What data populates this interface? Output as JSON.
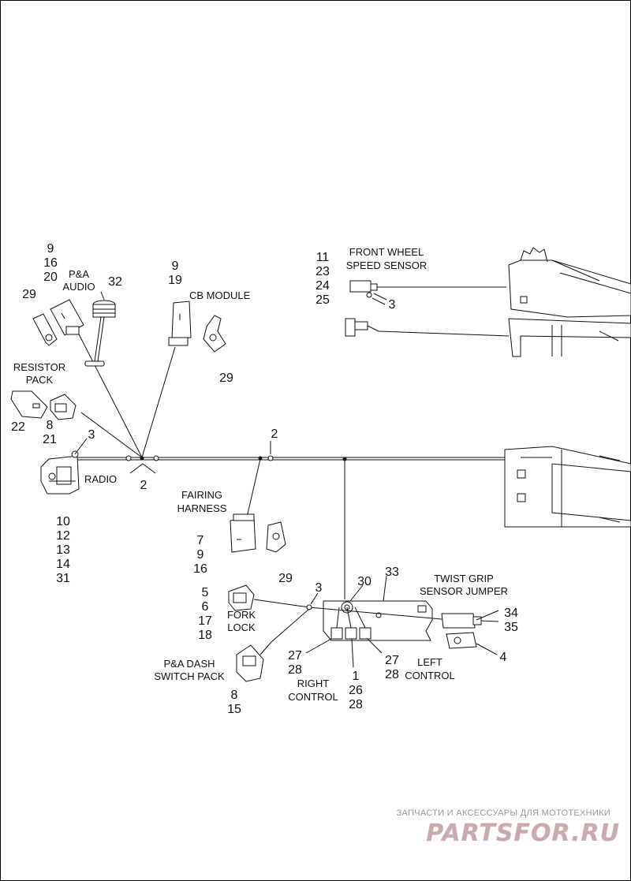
{
  "labels": {
    "p_a_audio": [
      "P&A",
      "AUDIO"
    ],
    "cb_module": "CB MODULE",
    "resistor_pack": [
      "RESISTOR",
      "PACK"
    ],
    "radio": "RADIO",
    "front_wheel_speed_sensor": [
      "FRONT WHEEL",
      "SPEED SENSOR"
    ],
    "fairing_harness": [
      "FAIRING",
      "HARNESS"
    ],
    "twist_grip_sensor_jumper": [
      "TWIST GRIP",
      "SENSOR JUMPER"
    ],
    "fork_lock": [
      "FORK",
      "LOCK"
    ],
    "p_a_dash_switch_pack": [
      "P&A DASH",
      "SWITCH PACK"
    ],
    "right_control": [
      "RIGHT",
      "CONTROL"
    ],
    "left_control": [
      "LEFT",
      "CONTROL"
    ]
  },
  "callouts": {
    "p_a_audio_stack": [
      "9",
      "16",
      "20"
    ],
    "audio_bracket": "29",
    "audio_connector": "32",
    "cb_stack": [
      "9",
      "19"
    ],
    "cb_bracket": "29",
    "resistor_pack": "22",
    "resistor_connector": [
      "8",
      "21"
    ],
    "radio_clip": "3",
    "junction_clip": "2",
    "fairing_clip": "2",
    "radio_stack": [
      "10",
      "12",
      "13",
      "14",
      "31"
    ],
    "speed_sensor_stack": [
      "11",
      "23",
      "24",
      "25"
    ],
    "speed_sensor_clip": "3",
    "fairing_stack": [
      "7",
      "9",
      "16"
    ],
    "fairing_bracket": "29",
    "fork_lock_stack": [
      "5",
      "6",
      "17",
      "18"
    ],
    "control_clip": "3",
    "grommet": "30",
    "jumper_harness": "33",
    "jumper_connector": [
      "34",
      "35"
    ],
    "jumper_bracket": "4",
    "right_terminals": [
      "27",
      "28"
    ],
    "right_control_stack": [
      "1",
      "26",
      "28"
    ],
    "left_terminals": [
      "27",
      "28"
    ],
    "dash_switch_stack": [
      "8",
      "15"
    ]
  },
  "watermark": {
    "tagline": "ЗАПЧАСТИ И АКСЕССУАРЫ ДЛЯ МОТОТЕХНИКИ",
    "brand": "PARTSFOR.RU"
  }
}
